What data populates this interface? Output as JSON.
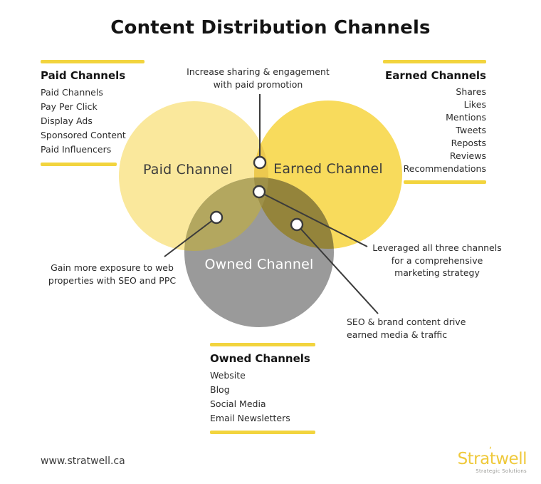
{
  "title": "Content Distribution Channels",
  "colors": {
    "paid": "#FAE89C",
    "earned": "#F8DB5C",
    "owned": "#9A9A9A",
    "paid_earned": "#ECC94F",
    "paid_owned": "#B3A75F",
    "earned_owned": "#94843B",
    "center": "#9E9048",
    "accent_bar": "#F2D43E",
    "line": "#3B3B3B",
    "logo": "#EFC93B"
  },
  "venn": {
    "paid_label": "Paid Channel",
    "earned_label": "Earned Channel",
    "owned_label": "Owned Channel"
  },
  "lists": {
    "paid": {
      "heading": "Paid Channels",
      "items": [
        "Paid Channels",
        "Pay Per Click",
        "Display Ads",
        "Sponsored Content",
        "Paid Influencers"
      ]
    },
    "earned": {
      "heading": "Earned Channels",
      "items": [
        "Shares",
        "Likes",
        "Mentions",
        "Tweets",
        "Reposts",
        "Reviews",
        "Recommendations"
      ]
    },
    "owned": {
      "heading": "Owned Channels",
      "items": [
        "Website",
        "Blog",
        "Social Media",
        "Email Newsletters"
      ]
    }
  },
  "annotations": {
    "top": "Increase sharing & engagement\nwith paid promotion",
    "left": "Gain more exposure to web\nproperties with SEO and PPC",
    "right_top": "Leveraged all three channels\nfor a comprehensive\nmarketing strategy",
    "right_bottom": "SEO & brand content drive\nearned media & traffic"
  },
  "footer": {
    "website": "www.stratwell.ca",
    "logo": "Stratwell",
    "logo_accent": "ʼ",
    "tagline": "Strategic Solutions"
  }
}
